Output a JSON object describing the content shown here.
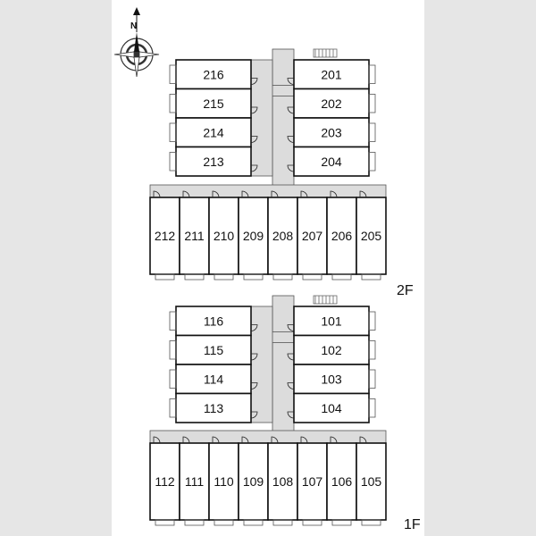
{
  "compass": {
    "north_label": "N"
  },
  "floors": {
    "second": {
      "label": "2F",
      "upper_left": [
        "216",
        "215",
        "214",
        "213"
      ],
      "upper_right": [
        "201",
        "202",
        "203",
        "204"
      ],
      "bottom_row": [
        "212",
        "211",
        "210",
        "209",
        "208",
        "207",
        "206",
        "205"
      ]
    },
    "first": {
      "label": "1F",
      "upper_left": [
        "116",
        "115",
        "114",
        "113"
      ],
      "upper_right": [
        "101",
        "102",
        "103",
        "104"
      ],
      "bottom_row": [
        "112",
        "111",
        "110",
        "109",
        "108",
        "107",
        "106",
        "105"
      ]
    }
  }
}
